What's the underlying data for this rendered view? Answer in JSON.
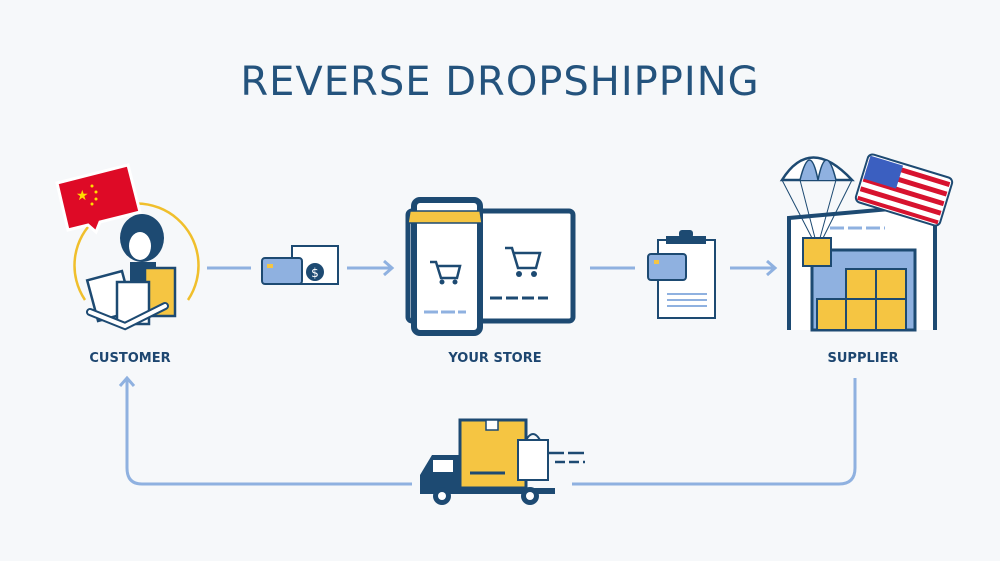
{
  "title": "REVERSE DROPSHIPPING",
  "nodes": {
    "customer": "CUSTOMER",
    "store": "YOUR STORE",
    "supplier": "SUPPLIER"
  },
  "icons": [
    "china-flag-icon",
    "customer-with-bags-icon",
    "payment-card-cash-icon",
    "online-store-icon",
    "order-clipboard-icon",
    "parachute-icon",
    "usa-flag-icon",
    "warehouse-icon",
    "delivery-truck-icon"
  ],
  "colors": {
    "navy": "#1d4a72",
    "light_blue": "#8fb1e0",
    "yellow": "#f5c542",
    "red": "#e0102a",
    "background": "#f6f8fa"
  }
}
